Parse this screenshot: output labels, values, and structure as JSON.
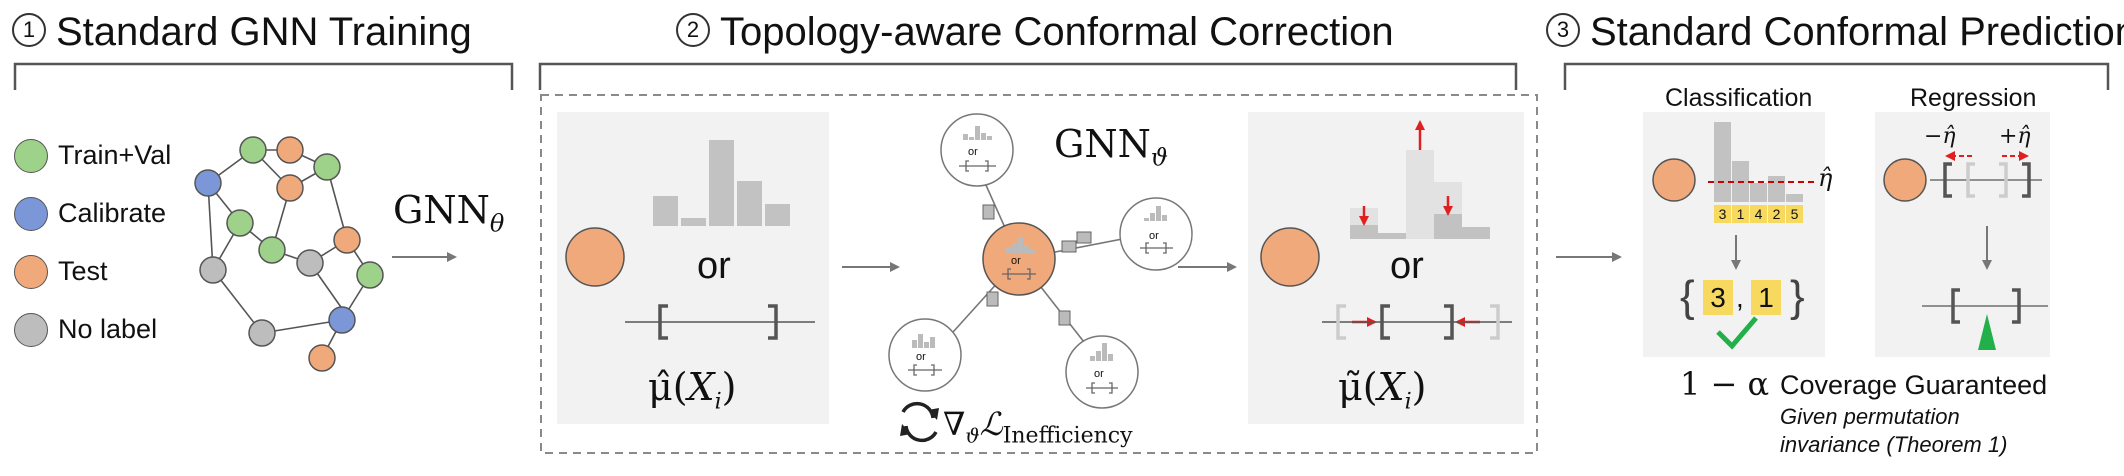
{
  "section1": {
    "num": "1",
    "title": "Standard GNN Training"
  },
  "section2": {
    "num": "2",
    "title": "Topology-aware Conformal Correction"
  },
  "section3": {
    "num": "3",
    "title": "Standard Conformal Prediction"
  },
  "legend": [
    {
      "label": "Train+Val",
      "color": "#9ed28a"
    },
    {
      "label": "Calibrate",
      "color": "#7b97d8"
    },
    {
      "label": "Test",
      "color": "#f0a97a"
    },
    {
      "label": "No label",
      "color": "#bdbdbd"
    }
  ],
  "gnn_theta": {
    "base": "GNN",
    "sub": "θ"
  },
  "gnn_vartheta": {
    "base": "GNN",
    "sub": "ϑ"
  },
  "or_text": "or",
  "mu_hat": {
    "pre": "μ̂(",
    "var": "X",
    "sub": "i",
    "post": ")"
  },
  "mu_tilde": {
    "pre": "μ̃(",
    "var": "X",
    "sub": "i",
    "post": ")"
  },
  "loss": {
    "grad": "∇",
    "grad_sub": "ϑ",
    "L": "ℒ",
    "L_sub": "Inefficiency",
    "cycle_icon": "cycle-icon"
  },
  "classification": {
    "title": "Classification",
    "eta": "η̂",
    "bins": [
      "3",
      "1",
      "4",
      "2",
      "5"
    ],
    "set_items": [
      "3",
      "1"
    ]
  },
  "regression": {
    "title": "Regression",
    "minus_eta": "−η̂",
    "plus_eta": "+η̂"
  },
  "coverage": {
    "alpha": "1 − α",
    "title": "Coverage Guaranteed",
    "note1": "Given permutation",
    "note2": "invariance (Theorem 1)"
  },
  "colors": {
    "orange": "#f0a97a",
    "gray_bar": "#c2c2c2",
    "red": "#e02020",
    "yellow": "#f7d960",
    "green": "#22b04a",
    "panel": "#f2f2f2"
  }
}
